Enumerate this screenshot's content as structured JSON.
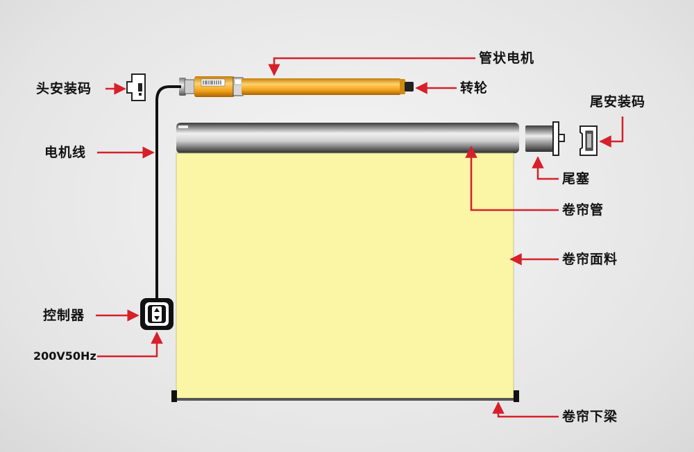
{
  "labels": {
    "tube_motor": "管状电机",
    "head_mount": "头安装码",
    "drive_wheel": "转轮",
    "tail_mount": "尾安装码",
    "motor_cable": "电机线",
    "tail_plug": "尾塞",
    "roller_tube": "卷帘管",
    "fabric": "卷帘面料",
    "controller": "控制器",
    "power": "200V50Hz",
    "bottom_rail": "卷帘下梁"
  },
  "colors": {
    "arrow": "#d6202a",
    "fabric": "#fbf5a6",
    "motor_body": "#f2a81d",
    "background": "#e9e9e9"
  },
  "icons": {
    "controller_symbol": "up-down-arrows-icon"
  }
}
